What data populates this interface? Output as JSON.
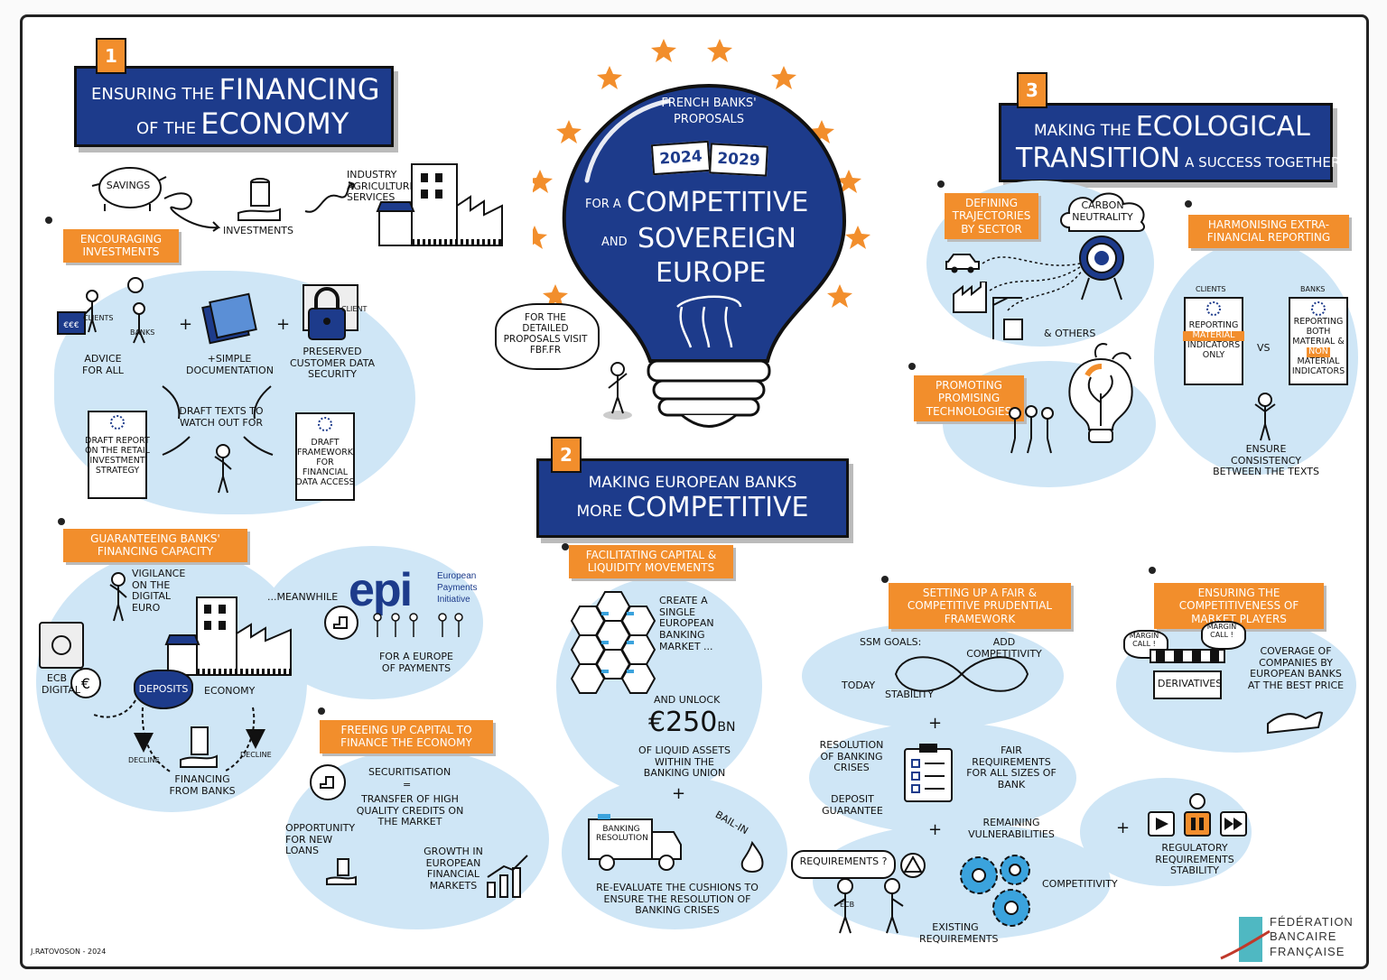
{
  "colors": {
    "navy": "#1d3b8b",
    "orange": "#f28e2c",
    "light_blue": "#cfe6f6",
    "teal": "#4fb8c2"
  },
  "center": {
    "line1": "French banks'",
    "line2": "proposals",
    "year_start": "2024",
    "year_end": "2029",
    "for_a": "For a",
    "competitive": "Competitive",
    "and": "and",
    "sovereign": "Sovereign",
    "europe": "Europe",
    "note": "For the detailed proposals visit fbf.fr"
  },
  "section1": {
    "number": "1",
    "title_a": "Ensuring the",
    "title_b": "Financing",
    "title_c": "of the",
    "title_d": "Economy",
    "flow": {
      "savings": "Savings",
      "investments": "Investments",
      "sectors": "Industry Agriculture Services"
    },
    "encouraging": {
      "tag": "Encouraging investments",
      "clients": "Clients",
      "banks": "Banks",
      "euro_sign": "€€€",
      "advice": "Advice for all",
      "plus": "+",
      "simple_doc": "+Simple documentation",
      "client": "Client",
      "security": "Preserved customer data security",
      "draft_texts": "Draft texts to watch out for",
      "draft_report": "Draft report on the retail investment strategy",
      "draft_framework": "Draft framework for financial data access"
    },
    "guaranteeing": {
      "tag": "Guaranteeing banks' financing capacity",
      "vigilance": "Vigilance on the digital euro",
      "meanwhile": "...Meanwhile",
      "epi_logo": "epi",
      "epi_sub": "European Payments Initiative",
      "europe_payments": "For a Europe of payments",
      "ecb_digital": "ECB digital",
      "euro_sign": "€",
      "deposits": "Deposits",
      "economy": "Economy",
      "decline1": "Decline",
      "decline2": "Decline",
      "financing": "Financing from banks"
    },
    "freeing": {
      "tag": "Freeing up capital to finance the economy",
      "securitisation": "Securitisation",
      "equals": "=",
      "transfer": "Transfer of high quality credits on the market",
      "opportunity": "Opportunity for new loans",
      "growth": "Growth in European financial markets"
    }
  },
  "section2": {
    "number": "2",
    "title_a": "Making European banks",
    "title_b": "more",
    "title_c": "Competitive",
    "facilitating": {
      "tag": "Facilitating capital & liquidity movements",
      "create": "Create a single European banking market ...",
      "unlock": "And unlock",
      "amount": "€250",
      "amount_unit": "Bn",
      "liquid": "of liquid assets within the Banking Union",
      "plus": "+",
      "truck": "Banking resolution",
      "bail_in": "Bail-in",
      "reevaluate": "Re-evaluate the cushions to ensure the resolution of banking crises"
    },
    "prudential": {
      "tag": "Setting up a fair & competitive prudential framework",
      "ssm": "SSM goals:",
      "add_comp": "Add competitivity",
      "today": "Today",
      "stability": "Stability",
      "plus1": "+",
      "resolution": "Resolution of banking crises",
      "deposit": "Deposit guarantee",
      "fair": "Fair requirements for all sizes of bank",
      "plus2": "+",
      "remaining": "Remaining vulnerabilities",
      "requirements_q": "Requirements ?",
      "ecb": "ECB",
      "competitivity": "Competitivity",
      "existing": "Existing requirements",
      "plus3": "+",
      "regulatory": "Regulatory requirements stability"
    },
    "market": {
      "tag": "Ensuring the competitiveness of market players",
      "margin1": "Margin call !",
      "margin2": "Margin call !",
      "derivatives": "Derivatives",
      "coverage": "Coverage of companies by European banks at the best price"
    }
  },
  "section3": {
    "number": "3",
    "title_a": "Making the",
    "title_b": "Ecological",
    "title_c": "Transition",
    "title_d": "a success together",
    "trajectories": {
      "tag": "Defining trajectories by sector",
      "carbon": "Carbon neutrality",
      "others": "& others"
    },
    "harmonising": {
      "tag": "Harmonising extra-financial reporting",
      "clients": "Clients",
      "banks": "Banks",
      "left_doc_1": "Reporting",
      "left_doc_hl": "material",
      "left_doc_2": "indicators only",
      "vs": "VS",
      "right_doc_1": "Reporting both material &",
      "right_doc_hl": "non",
      "right_doc_2": "material indicators",
      "consistency": "Ensure consistency between the texts"
    },
    "promoting": {
      "tag": "Promoting promising technologies"
    }
  },
  "footer": {
    "credit": "J.Ratovoson - 2024",
    "logo_l1": "Fédération",
    "logo_l2": "Bancaire",
    "logo_l3": "Française"
  }
}
